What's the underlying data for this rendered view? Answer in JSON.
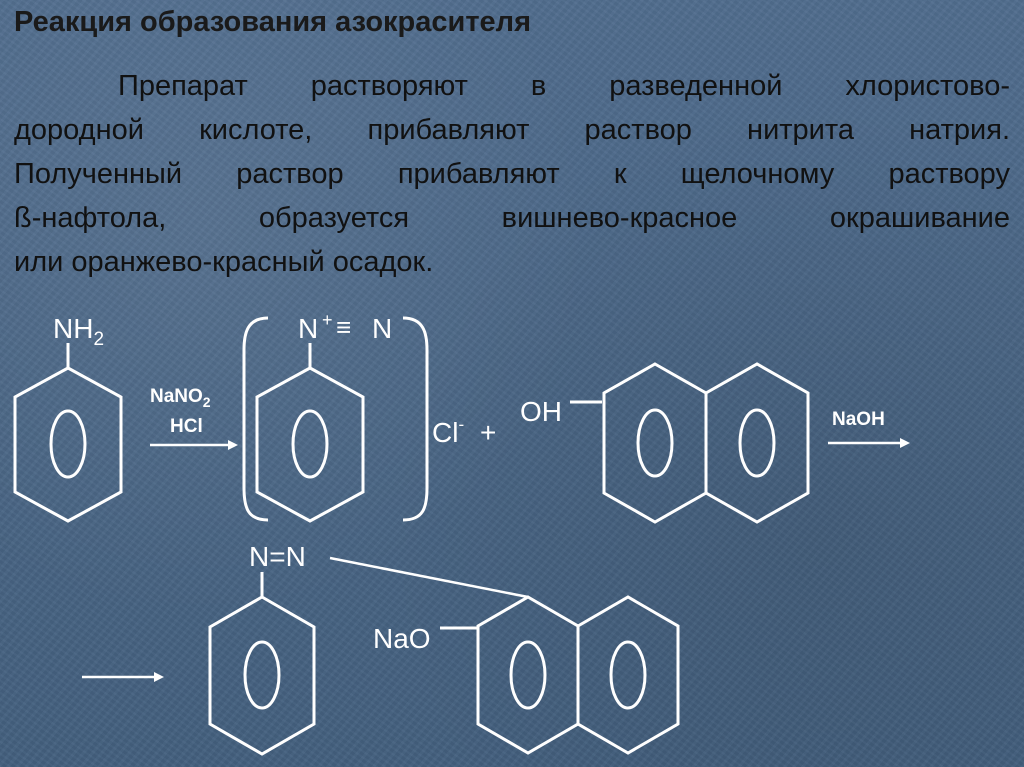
{
  "title": "Реакция образования азокрасителя",
  "paragraph": [
    "Препарат растворяют в разведенной хлористово-",
    "дородной кислоте, прибавляют раствор нитрита натрия.",
    "Полученный раствор прибавляют к щелочному раствору",
    "ß-нафтола, образуется вишнево-красное окрашивание",
    "или оранжево-красный осадок."
  ],
  "scheme": {
    "aniline_group": "NH",
    "aniline_sub": "2",
    "reagent_1": "NaNO",
    "reagent_1_sub": "2",
    "reagent_2": "HCl",
    "diazonium_n1": "N",
    "diazonium_charge": "+",
    "diazonium_bond": "≡",
    "diazonium_n2": "N",
    "counter_ion": "Cl",
    "counter_charge": "-",
    "plus_sign": "+",
    "naphthol_group": "OH",
    "reagent_3": "NaOH",
    "azo_group": "N=N",
    "naphtholate_group": "NaO"
  },
  "colors": {
    "background": "#4a6585",
    "text": "#111111",
    "scheme_lines": "#ffffff"
  }
}
